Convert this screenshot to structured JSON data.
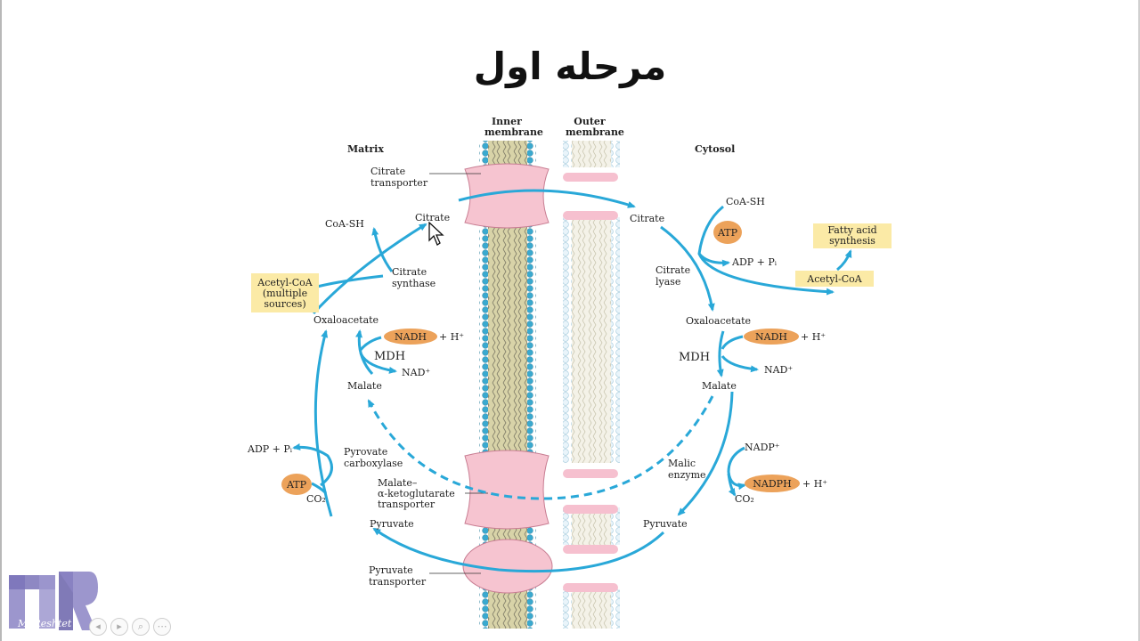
{
  "slide": {
    "title": "مرحله اول"
  },
  "diagram": {
    "regions": {
      "matrix": "Matrix",
      "cytosol": "Cytosol",
      "inner_membrane": [
        "Inner",
        "membrane"
      ],
      "outer_membrane": [
        "Outer",
        "membrane"
      ]
    },
    "transporters": {
      "citrate": [
        "Citrate",
        "transporter"
      ],
      "malate": [
        "Malate–",
        "α-ketoglutarate",
        "transporter"
      ],
      "pyruvate": [
        "Pyruvate",
        "transporter"
      ]
    },
    "matrix": {
      "citrate": "Citrate",
      "coa_sh": "CoA-SH",
      "citrate_synthase": [
        "Citrate",
        "synthase"
      ],
      "acetyl_coa": [
        "Acetyl-CoA",
        "(multiple",
        "sources)"
      ],
      "oxaloacetate": "Oxaloacetate",
      "nadh": "NADH",
      "h_plus": "+ H⁺",
      "mdh": "MDH",
      "nad_plus": "NAD⁺",
      "malate": "Malate",
      "adp_pi": "ADP + Pᵢ",
      "pyruvate_carboxylase": [
        "Pyrovate",
        "carboxylase"
      ],
      "atp": "ATP",
      "co2": "CO₂",
      "pyruvate": "Pyruvate"
    },
    "cytosol": {
      "citrate": "Citrate",
      "coa_sh": "CoA-SH",
      "atp": "ATP",
      "adp_pi": "ADP + Pᵢ",
      "citrate_lyase": [
        "Citrate",
        "lyase"
      ],
      "fatty_acid": [
        "Fatty acid",
        "synthesis"
      ],
      "acetyl_coa": "Acetyl-CoA",
      "oxaloacetate": "Oxaloacetate",
      "nadh": "NADH",
      "h_plus": "+ H⁺",
      "mdh": "MDH",
      "nad_plus": "NAD⁺",
      "malate": "Malate",
      "nadp_plus": "NADP⁺",
      "malic_enzyme": [
        "Malic",
        "enzyme"
      ],
      "nadph": "NADPH",
      "h_plus_2": "+ H⁺",
      "co2": "CO₂",
      "pyruvate": "Pyruvate"
    },
    "colors": {
      "arrow": "#29a8d8",
      "membrane_blue": "#3aa9cf",
      "transporter": "#f6c4d0",
      "cofactor": "#eca25a",
      "label_box": "#fbeaa6"
    }
  },
  "branding": {
    "logo_text": "MyReshtet"
  },
  "controls": [
    "◂",
    "▸",
    "⌕",
    "⋯"
  ]
}
